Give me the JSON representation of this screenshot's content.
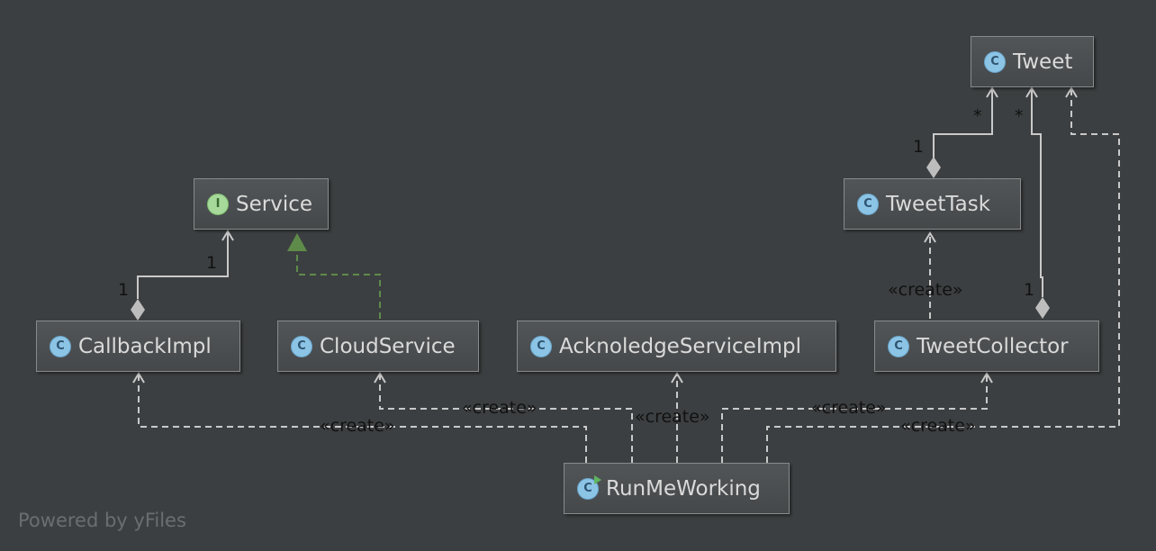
{
  "nodes": {
    "tweet": {
      "name": "Tweet",
      "kind": "class",
      "badge": "C"
    },
    "tweet_task": {
      "name": "TweetTask",
      "kind": "class",
      "badge": "C"
    },
    "service": {
      "name": "Service",
      "kind": "interface",
      "badge": "I"
    },
    "callback_impl": {
      "name": "CallbackImpl",
      "kind": "class",
      "badge": "C"
    },
    "cloud_service": {
      "name": "CloudService",
      "kind": "class",
      "badge": "C"
    },
    "acknoledge_service_impl": {
      "name": "AcknoledgeServiceImpl",
      "kind": "class",
      "badge": "C"
    },
    "tweet_collector": {
      "name": "TweetCollector",
      "kind": "class",
      "badge": "C"
    },
    "run_me_working": {
      "name": "RunMeWorking",
      "kind": "class",
      "badge": "C"
    }
  },
  "labels": {
    "tweettask_tweet_many": "*",
    "tweettask_tweet_one": "1",
    "collector_tweet_many": "*",
    "collector_tweet_one": "1",
    "callback_service_one_top": "1",
    "callback_service_one_bottom": "1",
    "create_tweettask": "«create»",
    "create_callback": "«create»",
    "create_cloud": "«create»",
    "create_ack": "«create»",
    "create_collector": "«create»",
    "create_tweet": "«create»"
  },
  "colors": {
    "background": "#3c3f41",
    "edge": "#c9c9c9",
    "realization": "#5e8b4a",
    "label": "#111111"
  },
  "footer": "Powered by yFiles"
}
